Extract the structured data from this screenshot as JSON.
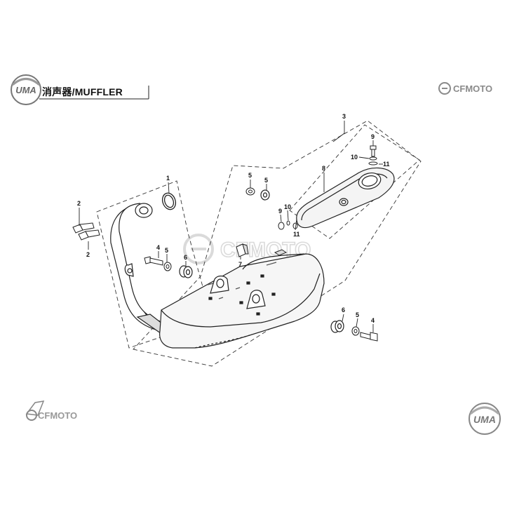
{
  "header": {
    "title": "消声器/MUFFLER",
    "logo_text": "UMA"
  },
  "brand": {
    "top_right": "CFMOTO",
    "watermark": "CFMOTO",
    "bottom_left": "CFMOTO",
    "bottom_right_logo": "UMA"
  },
  "callouts": [
    {
      "id": "c1",
      "label": "1"
    },
    {
      "id": "c2a",
      "label": "2"
    },
    {
      "id": "c2b",
      "label": "2"
    },
    {
      "id": "c3",
      "label": "3"
    },
    {
      "id": "c4a",
      "label": "4"
    },
    {
      "id": "c4b",
      "label": "4"
    },
    {
      "id": "c5a",
      "label": "5"
    },
    {
      "id": "c5b",
      "label": "5"
    },
    {
      "id": "c5c",
      "label": "5"
    },
    {
      "id": "c5d",
      "label": "5"
    },
    {
      "id": "c6a",
      "label": "6"
    },
    {
      "id": "c6b",
      "label": "6"
    },
    {
      "id": "c7",
      "label": "7"
    },
    {
      "id": "c8",
      "label": "8"
    },
    {
      "id": "c9a",
      "label": "9"
    },
    {
      "id": "c9b",
      "label": "9"
    },
    {
      "id": "c10a",
      "label": "10"
    },
    {
      "id": "c10b",
      "label": "10"
    },
    {
      "id": "c11a",
      "label": "11"
    },
    {
      "id": "c11b",
      "label": "11"
    }
  ],
  "colors": {
    "line": "#222222",
    "watermark": "#c8c8c8",
    "part_fill": "#ffffff"
  }
}
